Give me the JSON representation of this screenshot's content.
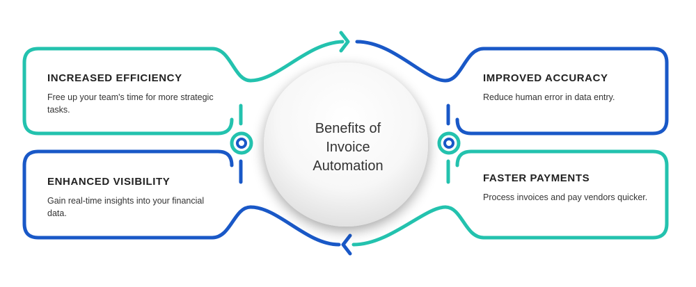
{
  "center": {
    "title_lines": [
      "Benefits of",
      "Invoice",
      "Automation"
    ]
  },
  "cards": [
    {
      "title": "INCREASED EFFICIENCY",
      "description": "Free up your team's time for more strategic tasks.",
      "color": "#23c2ae"
    },
    {
      "title": "IMPROVED ACCURACY",
      "description": "Reduce human error in data entry.",
      "color": "#1958c7"
    },
    {
      "title": "ENHANCED VISIBILITY",
      "description": "Gain real-time insights into your financial data.",
      "color": "#1958c7"
    },
    {
      "title": "FASTER PAYMENTS",
      "description": "Process invoices and pay vendors quicker.",
      "color": "#23c2ae"
    }
  ],
  "colors": {
    "teal": "#23c2ae",
    "blue": "#1958c7",
    "text": "#222222"
  }
}
